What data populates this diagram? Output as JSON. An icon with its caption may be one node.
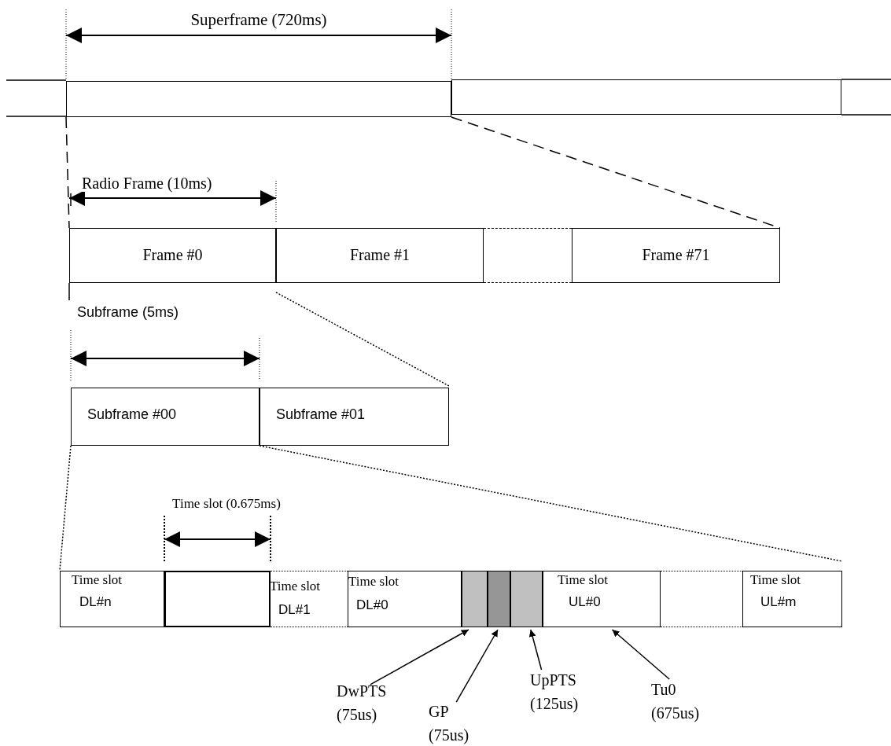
{
  "diagram": {
    "nodes": [
      {
        "text": [],
        "shape": "box"
      },
      {
        "text": [],
        "shape": "box"
      },
      {
        "text": [
          "Frame #0"
        ]
      },
      {
        "text": [
          "Frame #1"
        ]
      },
      {
        "text": [],
        "shape": "box"
      },
      {
        "text": [
          "Frame #71"
        ]
      },
      {
        "text": [
          "Subframe #00"
        ]
      },
      {
        "text": [
          "Subframe #01"
        ]
      },
      {
        "text": [
          "Time slot",
          "DL#n"
        ]
      },
      {
        "text": [],
        "shape": "box"
      },
      {
        "text": [
          "Time slot",
          "DL#1"
        ]
      },
      {
        "text": [
          "Time slot",
          "DL#0"
        ]
      },
      {
        "text": [],
        "shape": "box"
      },
      {
        "text": [],
        "shape": "box"
      },
      {
        "text": [],
        "shape": "box"
      },
      {
        "text": [
          "Time slot",
          "UL#0"
        ]
      },
      {
        "text": [],
        "shape": "box"
      },
      {
        "text": [
          "Time slot",
          "UL#m"
        ]
      },
      {
        "text": [
          "DwPTS",
          "(75us)"
        ]
      },
      {
        "text": [
          "GP",
          "(75us)"
        ]
      },
      {
        "text": [
          "UpPTS",
          "(125us)"
        ]
      },
      {
        "text": [
          "Tu0",
          "(675us)"
        ]
      }
    ],
    "edges": [
      {
        "from": 18,
        "to": 12,
        "arrow": "to"
      },
      {
        "from": 19,
        "to": 13,
        "arrow": "to"
      },
      {
        "from": 20,
        "to": 14,
        "arrow": "to"
      },
      {
        "from": 21,
        "to": 15,
        "arrow": "to"
      },
      {
        "from": 0,
        "to": 2,
        "arrow": "none",
        "style": "dashed"
      },
      {
        "from": 0,
        "to": 5,
        "arrow": "none",
        "style": "dashed"
      },
      {
        "from": 3,
        "to": 7,
        "arrow": "none",
        "style": "dashed"
      },
      {
        "from": 6,
        "to": 8,
        "arrow": "none",
        "style": "dashed"
      },
      {
        "from": 7,
        "to": 17,
        "arrow": "none",
        "style": "dashed"
      }
    ],
    "labels": [
      "Superframe (720ms)",
      "Radio Frame (10ms)",
      "Subframe (5ms)",
      "Time slot (0.675ms)"
    ]
  }
}
